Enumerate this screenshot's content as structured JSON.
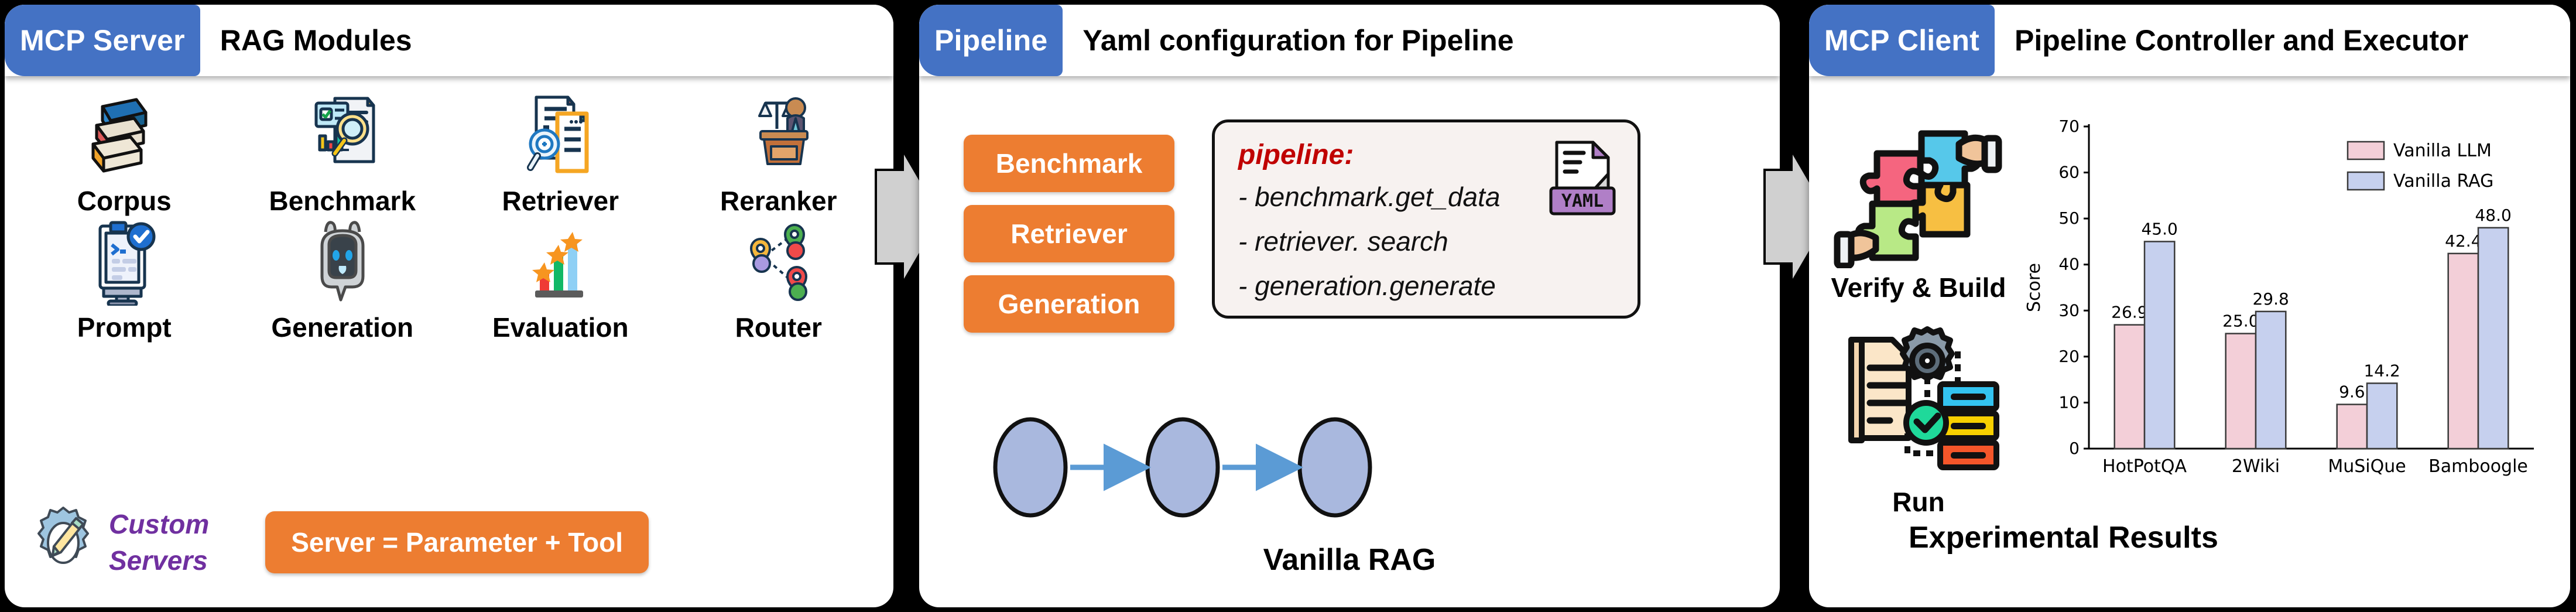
{
  "panels": [
    {
      "tag": "MCP Server",
      "title": "RAG Modules"
    },
    {
      "tag": "Pipeline",
      "title": "Yaml configuration for Pipeline"
    },
    {
      "tag": "MCP Client",
      "title": "Pipeline Controller and Executor"
    }
  ],
  "modules": [
    {
      "label": "Corpus",
      "icon": "books-icon"
    },
    {
      "label": "Benchmark",
      "icon": "report-magnifier-icon"
    },
    {
      "label": "Retriever",
      "icon": "document-search-icon"
    },
    {
      "label": "Reranker",
      "icon": "judge-icon"
    },
    {
      "label": "Prompt",
      "icon": "terminal-check-icon"
    },
    {
      "label": "Generation",
      "icon": "robot-icon"
    },
    {
      "label": "Evaluation",
      "icon": "star-barchart-icon"
    },
    {
      "label": "Router",
      "icon": "map-pin-route-icon"
    }
  ],
  "custom": {
    "label_line1": "Custom",
    "label_line2": "Servers",
    "icon": "gear-pencil-icon",
    "pill": "Server = Parameter + Tool"
  },
  "pipeline": {
    "stages": [
      "Benchmark",
      "Retriever",
      "Generation"
    ],
    "yaml": {
      "title": "pipeline:",
      "lines": [
        "- benchmark.get_data",
        "- retriever. search",
        "- generation.generate"
      ],
      "badge": "YAML",
      "icon": "yaml-file-icon"
    },
    "flow_caption": "Vanilla RAG",
    "flow_nodes": 3
  },
  "client": {
    "steps": [
      {
        "label": "Verify & Build",
        "icon": "puzzle-hands-icon"
      },
      {
        "label": "Run",
        "icon": "document-gear-server-icon"
      }
    ],
    "chart_caption": "Experimental Results"
  },
  "colors": {
    "tag_blue": "#4472c4",
    "orange": "#ed7d31",
    "purple": "#7030a0",
    "yaml_red": "#c00000",
    "series_llm": "#f3cfd8",
    "series_rag": "#c6d0ee",
    "arrow_blue": "#5b9bd5",
    "node_blue": "#a9b8de"
  },
  "chart_data": {
    "type": "bar",
    "title": "",
    "xlabel": "",
    "ylabel": "Score",
    "ylim": [
      0,
      70
    ],
    "yticks": [
      0,
      10,
      20,
      30,
      40,
      50,
      60,
      70
    ],
    "grid": false,
    "legend_position": "top-right",
    "categories": [
      "HotPotQA",
      "2Wiki",
      "MuSiQue",
      "Bamboogle"
    ],
    "series": [
      {
        "name": "Vanilla LLM",
        "color": "#f3cfd8",
        "values": [
          26.9,
          25.0,
          9.6,
          42.4
        ]
      },
      {
        "name": "Vanilla RAG",
        "color": "#c6d0ee",
        "values": [
          45.0,
          29.8,
          14.2,
          48.0
        ]
      }
    ]
  }
}
